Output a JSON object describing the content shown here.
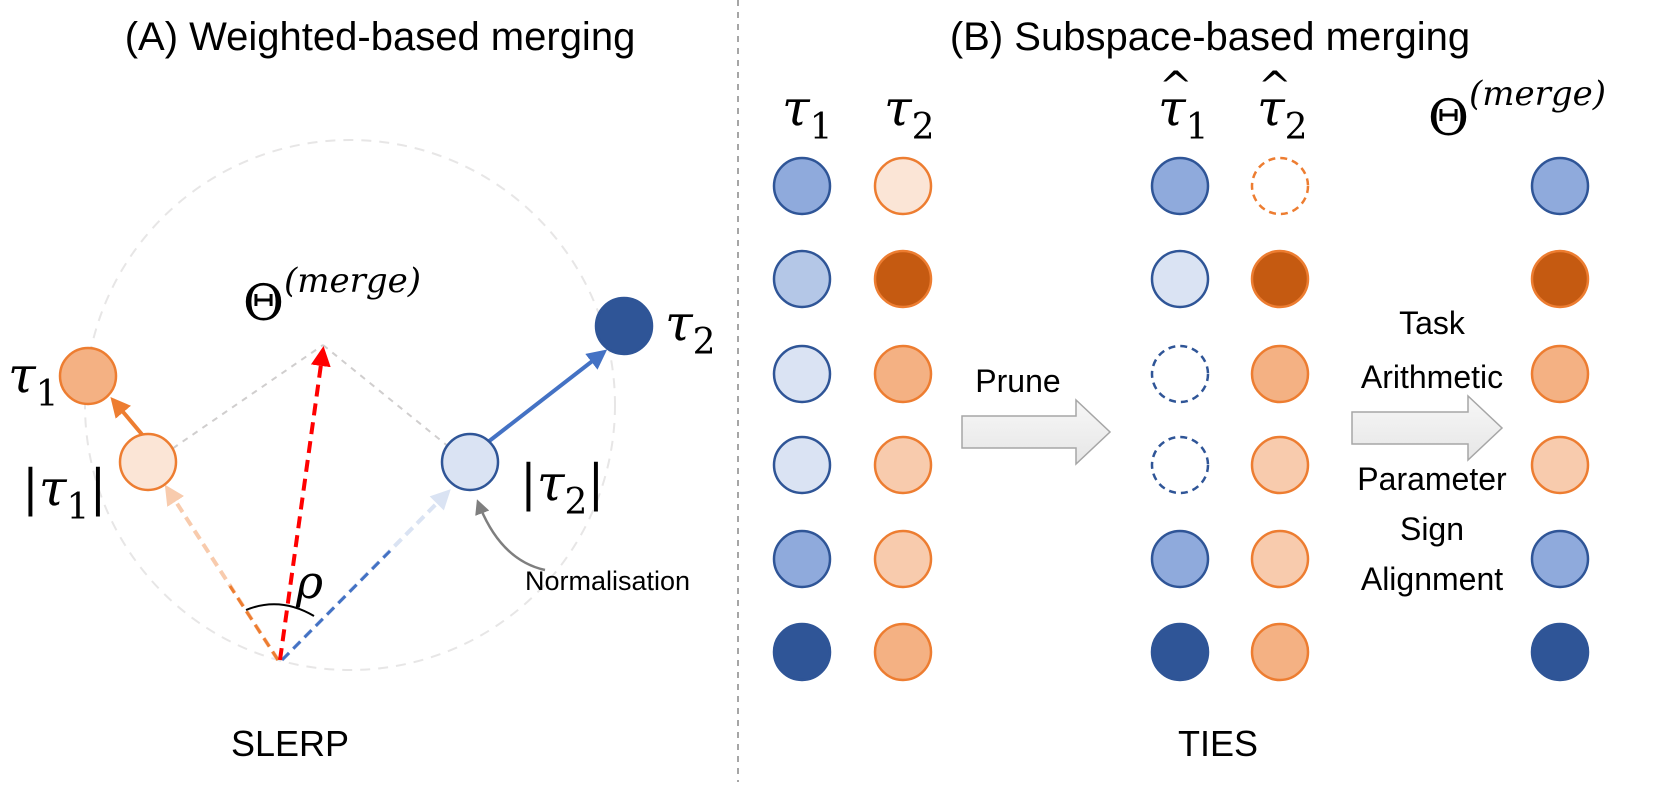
{
  "panel_a": {
    "title": "(A) Weighted-based merging",
    "caption": "SLERP",
    "normalisation_label": "Normalisation",
    "tau1": {
      "base": "τ",
      "sub": "1"
    },
    "tau2": {
      "base": "τ",
      "sub": "2"
    },
    "abs_tau1": {
      "open": "|",
      "base": "τ",
      "sub": "1",
      "close": "|"
    },
    "abs_tau2": {
      "open": "|",
      "base": "τ",
      "sub": "2",
      "close": "|"
    },
    "theta_merge": {
      "base": "Θ",
      "sup": "(merge)"
    },
    "rho": "ρ"
  },
  "panel_b": {
    "title": "(B) Subspace-based merging",
    "caption": "TIES",
    "prune_label": "Prune",
    "step2_label_lines": [
      "Task",
      "Arithmetic"
    ],
    "step3_label_lines": [
      "Parameter",
      "Sign",
      "Alignment"
    ],
    "col_tau1": {
      "base": "τ",
      "sub": "1"
    },
    "col_tau2": {
      "base": "τ",
      "sub": "2"
    },
    "col_tau1_hat": {
      "base": "τ",
      "sub": "1",
      "hat": "^"
    },
    "col_tau2_hat": {
      "base": "τ",
      "sub": "2",
      "hat": "^"
    },
    "col_merge": {
      "base": "Θ",
      "sup": "(merge)"
    },
    "columns": {
      "tau1": [
        "blue-mid",
        "blue-light",
        "blue-pale",
        "blue-pale",
        "blue-mid",
        "blue-dark"
      ],
      "tau2": [
        "orange-pale",
        "orange-dark",
        "orange-mid",
        "orange-light",
        "orange-light",
        "orange-mid"
      ],
      "tau1_hat": [
        "blue-mid",
        "blue-pale",
        "blue-empty",
        "blue-empty",
        "blue-mid",
        "blue-dark"
      ],
      "tau2_hat": [
        "orange-empty",
        "orange-dark",
        "orange-mid",
        "orange-light",
        "orange-light",
        "orange-mid"
      ],
      "merge": [
        "blue-mid",
        "orange-dark",
        "orange-mid",
        "orange-light",
        "blue-mid",
        "blue-dark"
      ]
    }
  },
  "colors": {
    "blue-mid": "#8faadc",
    "blue-light": "#b4c7e7",
    "blue-pale": "#dae3f3",
    "blue-dark": "#2f5597",
    "blue-stroke": "#2f5597",
    "orange-pale": "#fbe5d6",
    "orange-light": "#f8cbad",
    "orange-mid": "#f4b183",
    "orange-dark": "#c55a11",
    "orange-stroke": "#ed7d31",
    "arrow-blue": "#4472c4",
    "arrow-red": "#ff0000",
    "divider": "#a6a6a6"
  }
}
